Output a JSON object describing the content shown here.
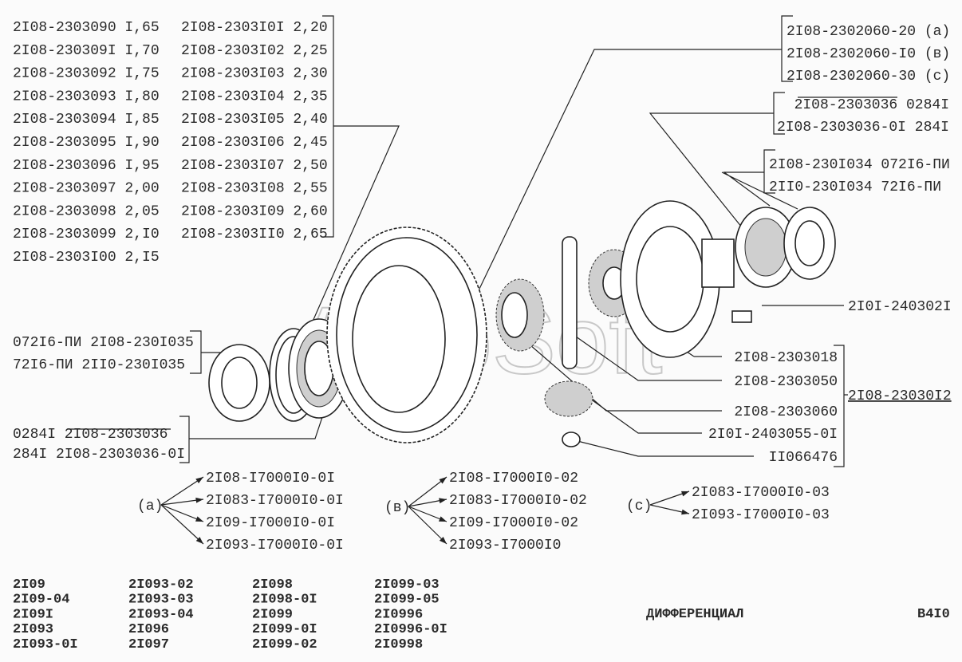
{
  "title": "ДИФФЕРЕНЦИАЛ",
  "page_code": "B4I0",
  "watermark": "AutoSoft",
  "shim_table": {
    "col1": [
      "2I08-2303090 I,65",
      "2I08-230309I I,70",
      "2I08-2303092 I,75",
      "2I08-2303093 I,80",
      "2I08-2303094 I,85",
      "2I08-2303095 I,90",
      "2I08-2303096 I,95",
      "2I08-2303097 2,00",
      "2I08-2303098 2,05",
      "2I08-2303099 2,I0",
      "2I08-2303I00 2,I5"
    ],
    "col2": [
      "2I08-2303I0I 2,20",
      "2I08-2303I02 2,25",
      "2I08-2303I03 2,30",
      "2I08-2303I04 2,35",
      "2I08-2303I05 2,40",
      "2I08-2303I06 2,45",
      "2I08-2303I07 2,50",
      "2I08-2303I08 2,55",
      "2I08-2303I09 2,60",
      "2I08-2303II0 2,65"
    ]
  },
  "ring_gear_labels": [
    "2I08-2302060-20 (a)",
    "2I08-2302060-I0 (в)",
    "2I08-2302060-30 (c)"
  ],
  "seal_right_labels": [
    "2I08-2303036 0284I",
    "2I08-2303036-0I 284I"
  ],
  "bearing_right_labels": [
    "2I08-230I034 072I6-ПИ",
    "2II0-230I034  72I6-ПИ"
  ],
  "bolt_label": "2I0I-240302I",
  "diff_parts": [
    "2I08-2303018",
    "2I08-2303050",
    "2I08-2303060",
    "2I0I-2403055-0I",
    "II066476"
  ],
  "diff_assembly": "2I08-23030I2",
  "bearing_left_labels": [
    "072I6-ПИ 2I08-230I035",
    "72I6-ПИ  2II0-230I035"
  ],
  "seal_left_labels": [
    "0284I 2I08-2303036",
    "284I 2I08-2303036-0I"
  ],
  "variants": [
    {
      "key": "(a)",
      "items": [
        "2I08-I7000I0-0I",
        "2I083-I7000I0-0I",
        "2I09-I7000I0-0I",
        "2I093-I7000I0-0I"
      ]
    },
    {
      "key": "(в)",
      "items": [
        "2I08-I7000I0-02",
        "2I083-I7000I0-02",
        "2I09-I7000I0-02",
        "2I093-I7000I0"
      ]
    },
    {
      "key": "(c)",
      "items": [
        "2I083-I7000I0-03",
        "2I093-I7000I0-03"
      ]
    }
  ],
  "models": [
    [
      "2I09",
      "2I09-04",
      "2I09I",
      "2I093",
      "2I093-0I"
    ],
    [
      "2I093-02",
      "2I093-03",
      "2I093-04",
      "2I096",
      "2I097"
    ],
    [
      "2I098",
      "2I098-0I",
      "2I099",
      "2I099-0I",
      "2I099-02"
    ],
    [
      "2I099-03",
      "2I099-05",
      "2I0996",
      "2I0996-0I",
      "2I0998"
    ]
  ]
}
